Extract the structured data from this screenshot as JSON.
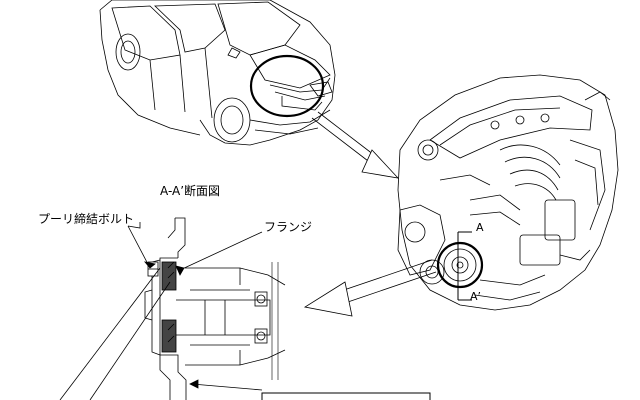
{
  "section_title": "A-A’断面図",
  "labels": {
    "pulley_bolt": "プーリ締結ボルト",
    "flange": "フランジ",
    "section_a": "A",
    "section_a_prime": "A’"
  },
  "colors": {
    "line": "#000000",
    "background": "#ffffff",
    "hatch": "#444444"
  }
}
